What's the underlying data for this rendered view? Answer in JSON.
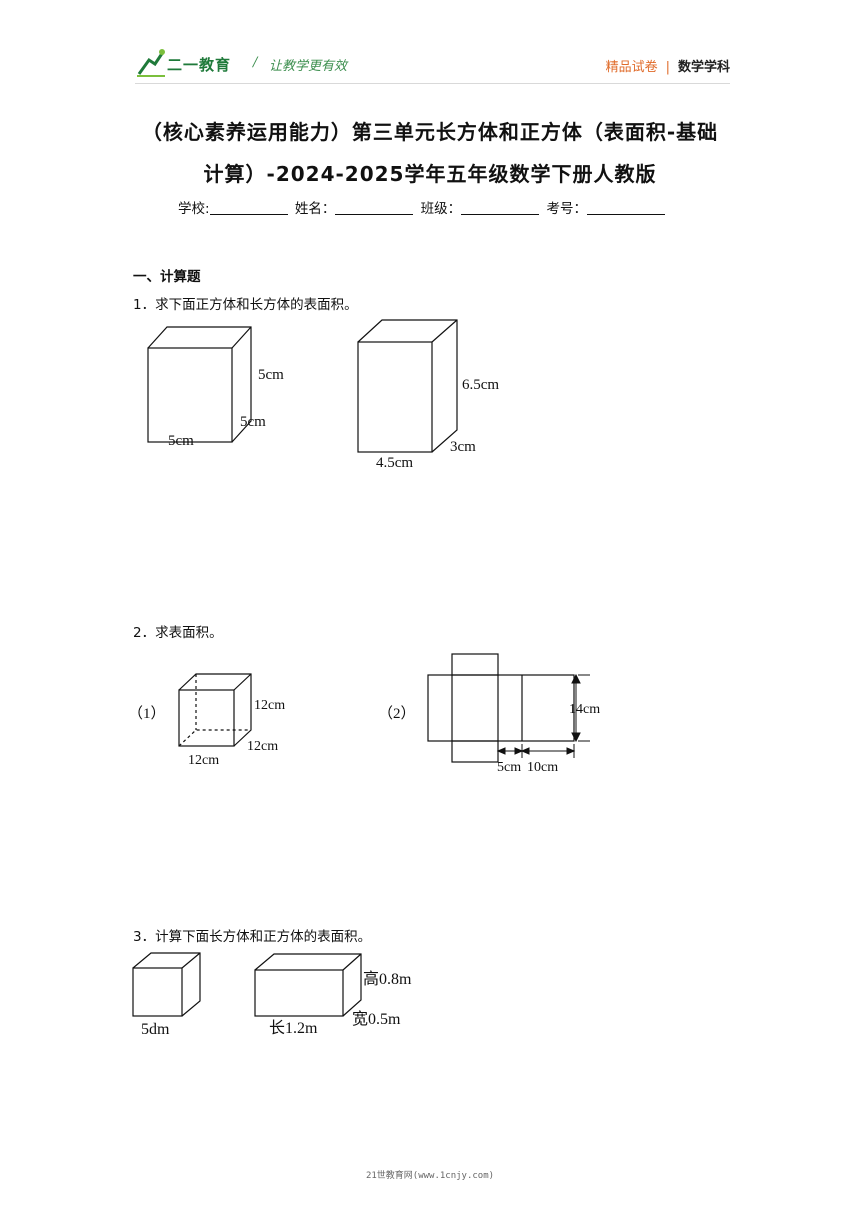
{
  "header": {
    "logo_text": "二一教育",
    "slogan": "让教学更有效",
    "right_left": "精品试卷",
    "right_sep": "|",
    "right_right": "数学学科"
  },
  "title": {
    "line1": "（核心素养运用能力）第三单元长方体和正方体（表面积-基础",
    "line2": "计算）-2024-2025学年五年级数学下册人教版"
  },
  "info": {
    "school": "学校:",
    "name": "姓名：",
    "class": "班级：",
    "exam_no": "考号："
  },
  "section": "一、计算题",
  "questions": [
    {
      "text": "1．求下面正方体和长方体的表面积。"
    },
    {
      "text": "2．求表面积。"
    },
    {
      "text": "3．计算下面长方体和正方体的表面积。"
    }
  ],
  "fig1": {
    "cube": {
      "height": "5cm",
      "depth": "5cm",
      "width": "5cm"
    },
    "cuboid": {
      "height": "6.5cm",
      "depth": "3cm",
      "width": "4.5cm"
    }
  },
  "fig2": {
    "part1": {
      "label": "（1）",
      "height": "12cm",
      "depth": "12cm",
      "width": "12cm"
    },
    "part2": {
      "label": "（2）",
      "height": "14cm",
      "a": "5cm",
      "b": "10cm"
    }
  },
  "fig3": {
    "cube": {
      "edge": "5dm"
    },
    "cuboid": {
      "height": "高0.8m",
      "width": "宽0.5m",
      "length": "长1.2m"
    }
  },
  "footer": "21世教育网(www.1cnjy.com)"
}
